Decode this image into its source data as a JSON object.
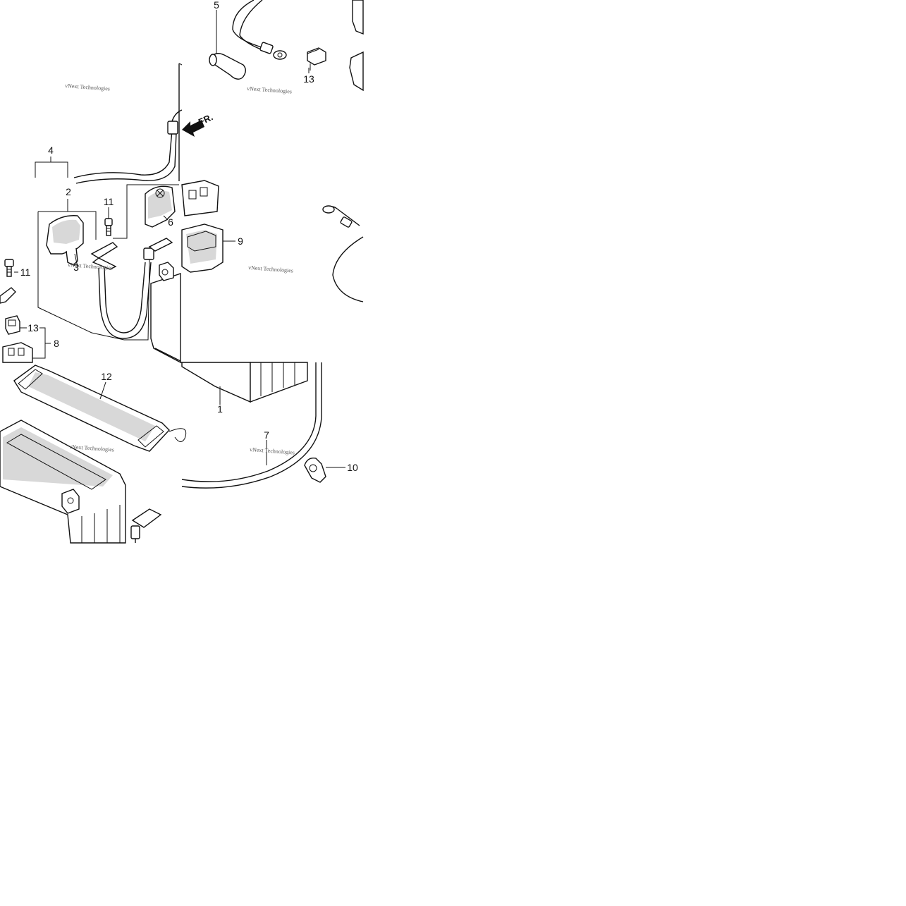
{
  "labels": {
    "l1": "1",
    "l2": "2",
    "l3": "3",
    "l4": "4",
    "l5": "5",
    "l6": "6",
    "l7": "7",
    "l8": "8",
    "l9": "9",
    "l10": "10",
    "l11a": "11",
    "l11b": "11",
    "l12": "12",
    "l13a": "13",
    "l13b": "13"
  },
  "arrow_label": "FR.",
  "watermark": "vNext Technologies"
}
